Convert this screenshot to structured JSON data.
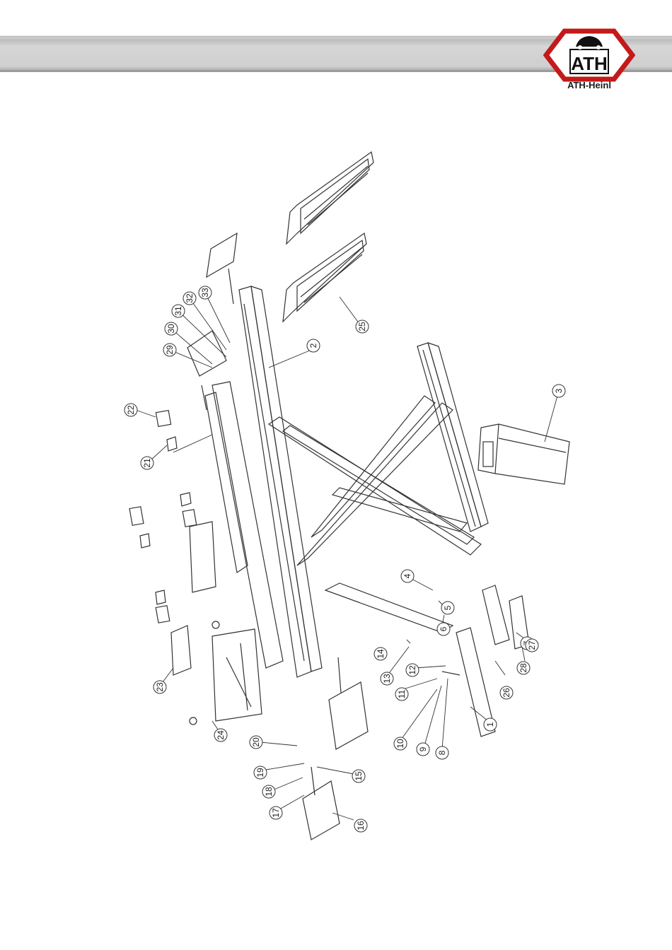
{
  "header": {
    "logo_text": "ATH",
    "brand": "ATH-Heinl",
    "logo_color": "#c41a1a"
  },
  "callouts": [
    "1",
    "2",
    "3",
    "4",
    "5",
    "6",
    "7",
    "8",
    "9",
    "10",
    "11",
    "12",
    "13",
    "14",
    "15",
    "16",
    "17",
    "18",
    "19",
    "20",
    "21",
    "22",
    "23",
    "24",
    "25",
    "26",
    "27",
    "28",
    "29",
    "30",
    "31",
    "32",
    "33"
  ]
}
